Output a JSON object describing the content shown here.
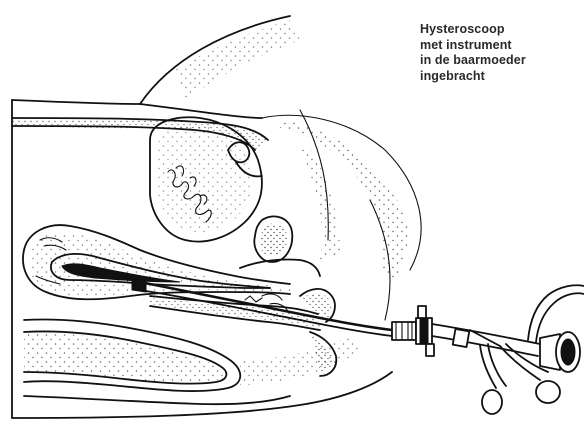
{
  "caption": {
    "lines": [
      "Hysteroscoop",
      "met instrument",
      "in de baarmoeder",
      "ingebracht"
    ]
  },
  "colors": {
    "ink": "#111111",
    "caption": "#2a2a2a",
    "background": "#ffffff"
  }
}
